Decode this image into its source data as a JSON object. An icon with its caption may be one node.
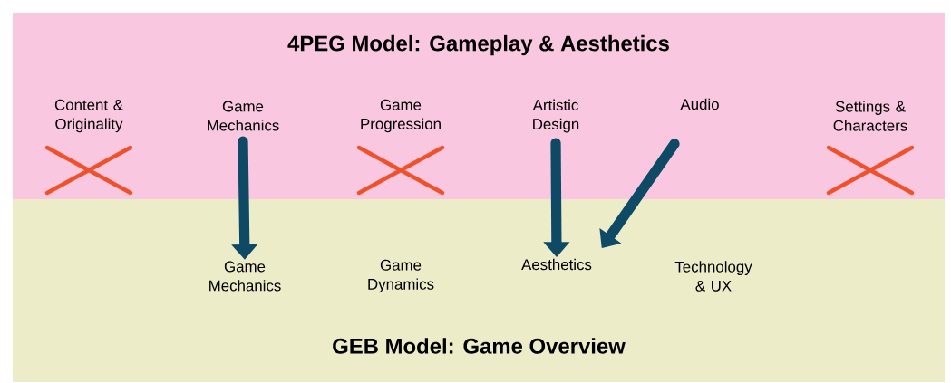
{
  "diagram": {
    "nodes": [
      {
        "text": [
          "4PEG Model: Gameplay & Aesthetics"
        ]
      },
      {
        "text": [
          "Content & Originality"
        ],
        "in": 0
      },
      {
        "text": [
          "Game Mechanics"
        ],
        "in": 0
      },
      {
        "text": [
          "Game Progression"
        ],
        "in": 0
      },
      {
        "text": [
          "Artistic Design"
        ],
        "in": 0
      },
      {
        "text": [
          "Audio"
        ],
        "in": 0
      },
      {
        "text": [
          "Settings & Characters"
        ],
        "in": 0
      },
      {
        "text": [
          "GEB Model: Game Overview"
        ]
      },
      {
        "text": [
          "Game Mechanics"
        ],
        "in": 7
      },
      {
        "text": [
          "Game Dynamics"
        ],
        "in": 7
      },
      {
        "text": [
          "Aesthetics"
        ],
        "in": 7
      },
      {
        "text": [
          "Technology & UX"
        ],
        "in": 7
      }
    ],
    "edges": [
      {
        "from": 2,
        "to": 8,
        "arrow": "to"
      },
      {
        "from": 4,
        "to": 10,
        "arrow": "to"
      },
      {
        "from": 5,
        "to": 10,
        "arrow": "to"
      }
    ]
  }
}
